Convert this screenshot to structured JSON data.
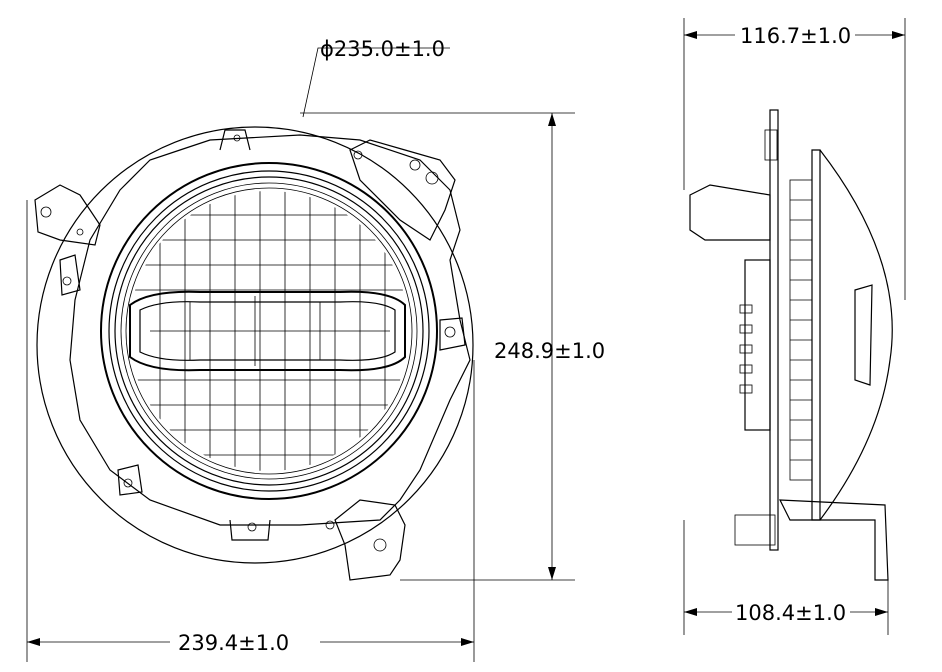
{
  "drawing": {
    "front_view": {
      "diameter_label": "ϕ235.0±1.0",
      "height_label": "248.9±1.0",
      "width_label": "239.4±1.0"
    },
    "side_view": {
      "top_depth_label": "116.7±1.0",
      "bottom_depth_label": "108.4±1.0"
    }
  }
}
